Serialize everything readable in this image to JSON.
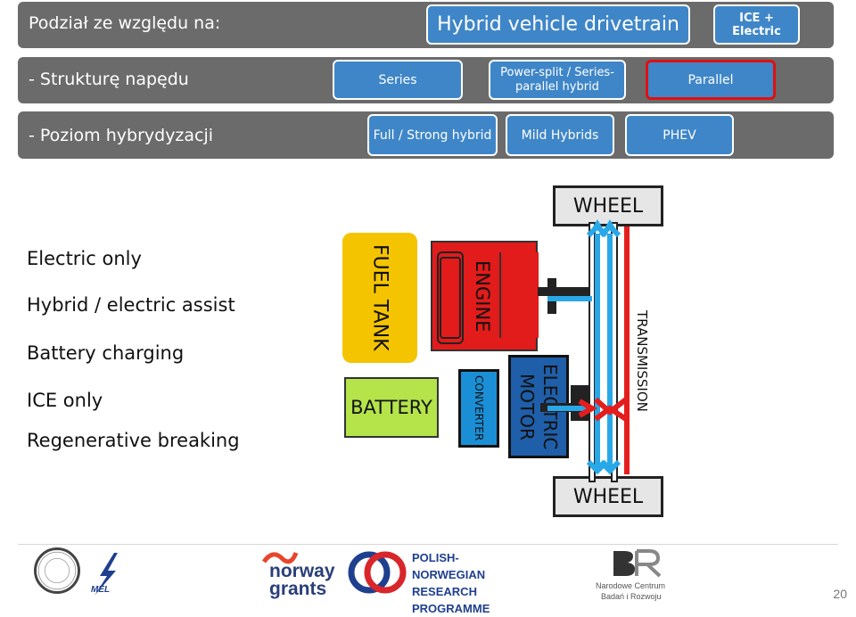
{
  "header": {
    "label": "Podział ze względu na:",
    "title": "Hybrid vehicle drivetrain",
    "ice_badge": "ICE + Electric"
  },
  "row1": {
    "label": "- Strukturę napędu",
    "series": "Series",
    "power_split": "Power-split / Series-parallel hybrid",
    "parallel": "Parallel"
  },
  "row2": {
    "label": "- Poziom hybrydyzacji",
    "full": "Full / Strong  hybrid",
    "mild": "Mild Hybrids",
    "phev": "PHEV"
  },
  "legend": [
    "Electric only",
    "Hybrid / electric assist",
    "Battery charging",
    "ICE only",
    "Regenerative breaking"
  ],
  "diagram": {
    "wheel_top": "WHEEL",
    "wheel_bottom": "WHEEL",
    "fuel_tank": "FUEL TANK",
    "engine": "ENGINE",
    "battery": "BATTERY",
    "converter": "CONVERTER",
    "electric_motor": "ELECTRIC MOTOR",
    "transmission": "TRANSMISSION"
  },
  "footer": {
    "norway_line1": "norway",
    "norway_line2": "grants",
    "pnr_line1": "Polish-Norwegian",
    "pnr_line2": "Research",
    "pnr_line3": "Programme",
    "ncbr_line1": "Narodowe Centrum",
    "ncbr_line2": "Badań i Rozwoju",
    "mel": "MEL",
    "page_number": "20"
  },
  "colors": {
    "band": "#6b6b6b",
    "pill": "#3f86c8",
    "highlight": "#e01010",
    "fuel_tank": "#f5c400",
    "engine": "#e21b1b",
    "battery": "#b4e34a",
    "converter": "#1a8fd6",
    "motor": "#1f5ea8",
    "electric_arrow": "#29a8e8",
    "ice_arrow": "#e51d1d"
  }
}
